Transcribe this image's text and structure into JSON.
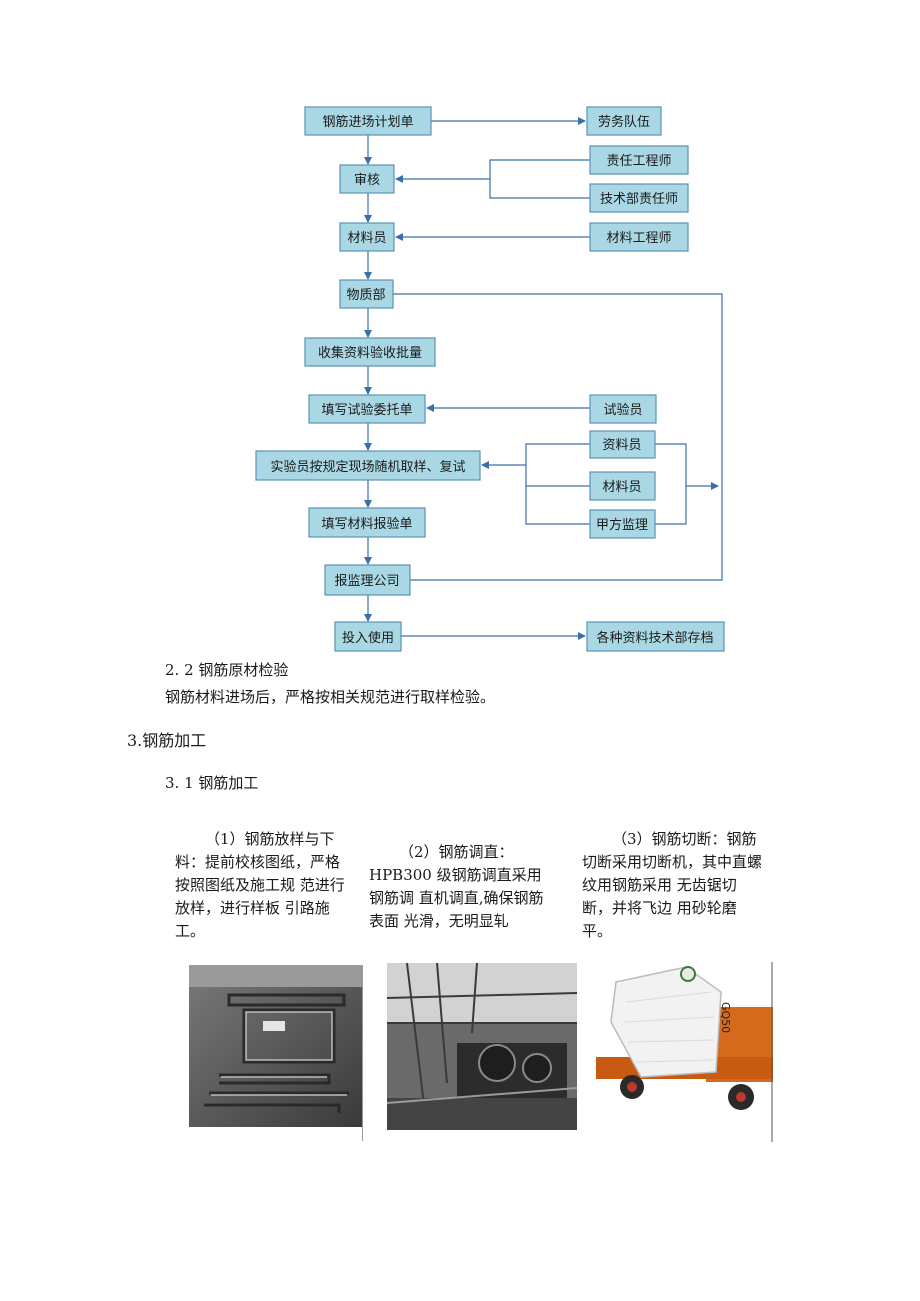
{
  "flowchart": {
    "nodes": {
      "plan": "钢筋进场计划单",
      "labor_team": "劳务队伍",
      "responsible_engineer": "责任工程师",
      "review": "审核",
      "tech_dept_engineer": "技术部责任师",
      "material_clerk_main": "材料员",
      "material_engineer": "材料工程师",
      "materials_dept": "物质部",
      "collect_data": "收集资料验收批量",
      "fill_test_form": "填写试验委托单",
      "tester": "试验员",
      "sampling": "实验员按规定现场随机取样、复试",
      "document_clerk": "资料员",
      "material_clerk_side": "材料员",
      "owner_supervisor": "甲方监理",
      "fill_inspection_form": "填写材料报验单",
      "report_supervision": "报监理公司",
      "put_into_use": "投入使用",
      "archive": "各种资料技术部存档"
    },
    "colors": {
      "box_fill": "#a9d8e4",
      "box_stroke": "#5b93b5",
      "arrow": "#3a70a8"
    }
  },
  "sections": {
    "s2_2_number": "2.  2",
    "s2_2_title": "钢筋原材检验",
    "s2_2_body": "钢筋材料进场后，严格按相关规范进行取样检验。",
    "s3_title": "3.钢筋加工",
    "s3_1_number": "3.  1",
    "s3_1_title": "钢筋加工"
  },
  "steps": [
    {
      "text": "（1）钢筋放样与下料：提前校核图纸，严格按照图纸及施工规 范进行放样，进行样板 引路施工。"
    },
    {
      "text": "（2）钢筋调直：HPB300 级钢筋调直采用钢筋调 直机调直,确保钢筋表面 光滑，无明显轧"
    },
    {
      "text": "（3）钢筋切断：钢筋切断采用切断机，其中直螺纹用钢筋采用 无齿锯切断，并将飞边 用砂轮磨平。"
    }
  ],
  "photos": [
    {
      "label": "rebar-layout-photo"
    },
    {
      "label": "rebar-straightening-machine-photo"
    },
    {
      "label": "rebar-cutting-machine-photo",
      "machine_label": "GQ50"
    }
  ]
}
